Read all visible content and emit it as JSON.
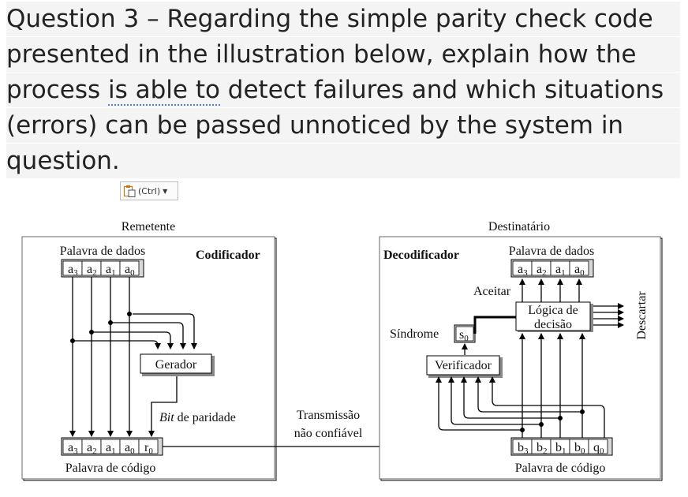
{
  "question": {
    "line1": "Question 3 – Regarding the simple parity check code",
    "line2": "presented in the illustration below, explain how the",
    "line3_before": "process ",
    "line3_underlined": "is able to",
    "line3_after": " detect failures and which situations",
    "line4": "(errors) can be passed unnoticed by the system in",
    "line5": "question."
  },
  "paste_options": {
    "label": "(Ctrl)",
    "icon": "clipboard-icon"
  },
  "diagram": {
    "sender_title": "Remetente",
    "receiver_title": "Destinatário",
    "encoder_label": "Codificador",
    "decoder_label": "Decodificador",
    "data_word_label": "Palavra de dados",
    "codeword_label": "Palavra de código",
    "generator_label": "Gerador",
    "parity_bit_italic": "Bit",
    "parity_bit_rest": " de paridade",
    "channel_line1": "Transmissão",
    "channel_line2": "não confiável",
    "accept_label": "Aceitar",
    "decision_line1": "Lógica de",
    "decision_line2": "decisão",
    "discard_label": "Descartar",
    "syndrome_label": "Síndrome",
    "syndrome_bit": {
      "base": "s",
      "sub": "0"
    },
    "checker_label": "Verificador",
    "data_bits": [
      {
        "base": "a",
        "sub": "3"
      },
      {
        "base": "a",
        "sub": "2"
      },
      {
        "base": "a",
        "sub": "1"
      },
      {
        "base": "a",
        "sub": "0"
      }
    ],
    "sender_codeword_bits": [
      {
        "base": "a",
        "sub": "3"
      },
      {
        "base": "a",
        "sub": "2"
      },
      {
        "base": "a",
        "sub": "1"
      },
      {
        "base": "a",
        "sub": "0"
      },
      {
        "base": "r",
        "sub": "0"
      }
    ],
    "receiver_codeword_bits": [
      {
        "base": "b",
        "sub": "3"
      },
      {
        "base": "b",
        "sub": "2"
      },
      {
        "base": "b",
        "sub": "1"
      },
      {
        "base": "b",
        "sub": "0"
      },
      {
        "base": "q",
        "sub": "0"
      }
    ]
  }
}
